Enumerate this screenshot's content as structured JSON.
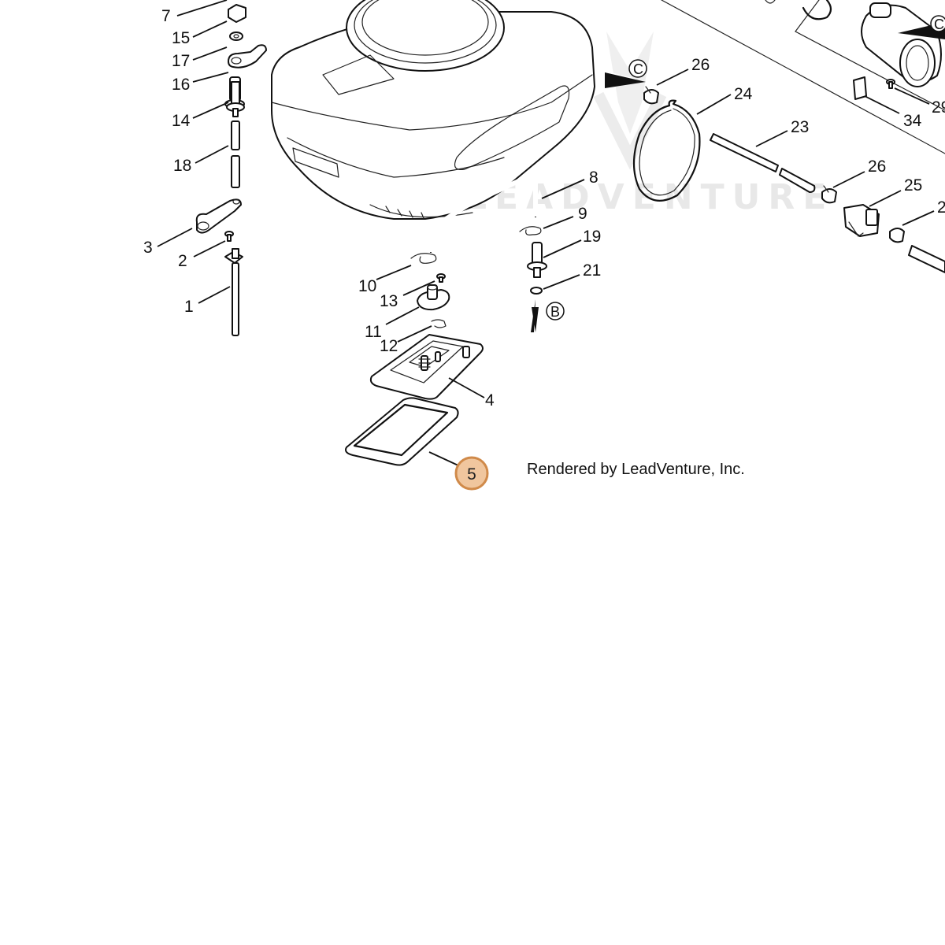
{
  "watermark": {
    "text": "LEADVENTURE"
  },
  "credit": "Rendered by LeadVenture, Inc.",
  "highlighted_callout": "5",
  "callouts": {
    "c7": "7",
    "c15": "15",
    "c17": "17",
    "c16": "16",
    "c14": "14",
    "c18": "18",
    "c3": "3",
    "c2": "2",
    "c1": "1",
    "c10": "10",
    "c13": "13",
    "c11": "11",
    "c12": "12",
    "c4": "4",
    "c8": "8",
    "c9": "9",
    "c19": "19",
    "c21": "21",
    "c26a": "26",
    "c24": "24",
    "c23": "23",
    "c26b": "26",
    "c25": "25",
    "c2b": "2",
    "c29": "29",
    "c34": "34"
  },
  "ref_letters": {
    "b": "B",
    "c_left": "C",
    "c_right": "C"
  },
  "colors": {
    "highlight_fill": "#f0c69e",
    "highlight_stroke": "#d08a4a",
    "line": "#111111"
  }
}
